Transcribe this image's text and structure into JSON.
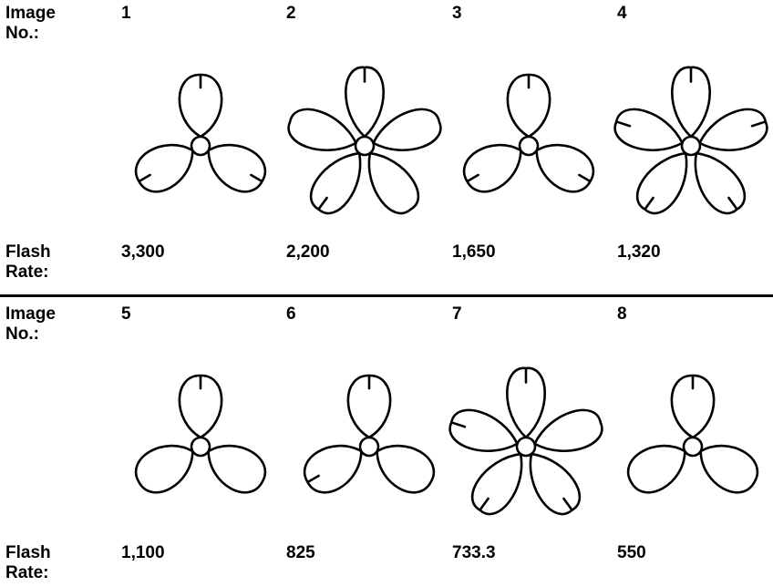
{
  "rows": [
    {
      "image_label": "Image\nNo.:",
      "rate_label": "Flash\nRate:",
      "images": [
        {
          "number": "1",
          "flash_rate": "3,300",
          "blades": 3,
          "marks": [
            0,
            1,
            2
          ],
          "rotation": 0
        },
        {
          "number": "2",
          "flash_rate": "2,200",
          "blades": 5,
          "marks": [
            0,
            3
          ],
          "rotation": 0
        },
        {
          "number": "3",
          "flash_rate": "1,650",
          "blades": 3,
          "marks": [
            0,
            1,
            2
          ],
          "rotation": 0
        },
        {
          "number": "4",
          "flash_rate": "1,320",
          "blades": 5,
          "marks": [
            0,
            1,
            2,
            3,
            4
          ],
          "rotation": 0
        }
      ]
    },
    {
      "image_label": "Image\nNo.:",
      "rate_label": "Flash\nRate:",
      "images": [
        {
          "number": "5",
          "flash_rate": "1,100",
          "blades": 3,
          "marks": [
            0
          ],
          "rotation": 0
        },
        {
          "number": "6",
          "flash_rate": "825",
          "blades": 3,
          "marks": [
            0,
            2
          ],
          "rotation": 0
        },
        {
          "number": "7",
          "flash_rate": "733.3",
          "blades": 5,
          "marks": [
            0,
            2,
            3,
            4
          ],
          "rotation": 0
        },
        {
          "number": "8",
          "flash_rate": "550",
          "blades": 3,
          "marks": [
            0
          ],
          "rotation": 0
        }
      ]
    }
  ]
}
